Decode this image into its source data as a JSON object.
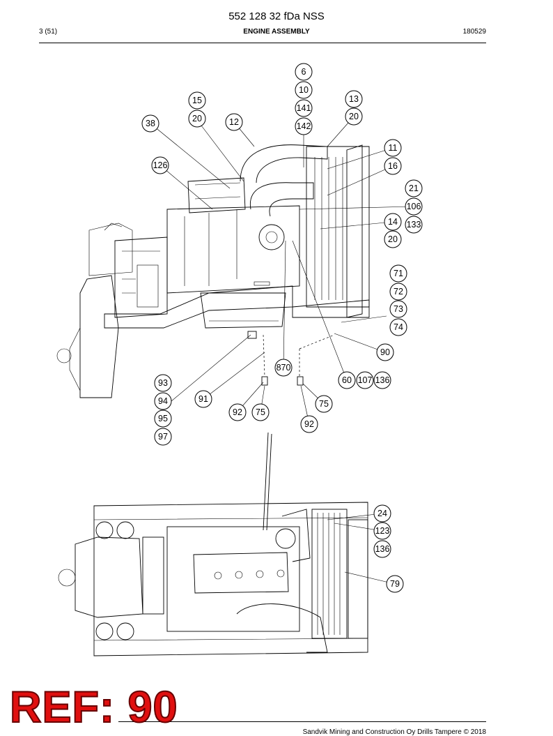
{
  "header": {
    "doc_title": "552 128 32 fDa NSS",
    "page": "3 (51)",
    "section": "ENGINE ASSEMBLY",
    "date": "180529"
  },
  "ref_label": "REF: 90",
  "footer": {
    "copyright": "Sandvik Mining and Construction Oy Drills Tampere © 2018"
  },
  "callouts": {
    "top_view": [
      "6",
      "10",
      "141",
      "142",
      "15",
      "20",
      "13",
      "20",
      "38",
      "12",
      "11",
      "16",
      "126",
      "21",
      "106",
      "14",
      "133",
      "20",
      "71",
      "72",
      "73",
      "74",
      "90",
      "870",
      "60",
      "107",
      "136",
      "93",
      "94",
      "91",
      "75",
      "95",
      "92",
      "75",
      "92",
      "97"
    ],
    "bottom_view": [
      "24",
      "123",
      "136",
      "79"
    ]
  }
}
